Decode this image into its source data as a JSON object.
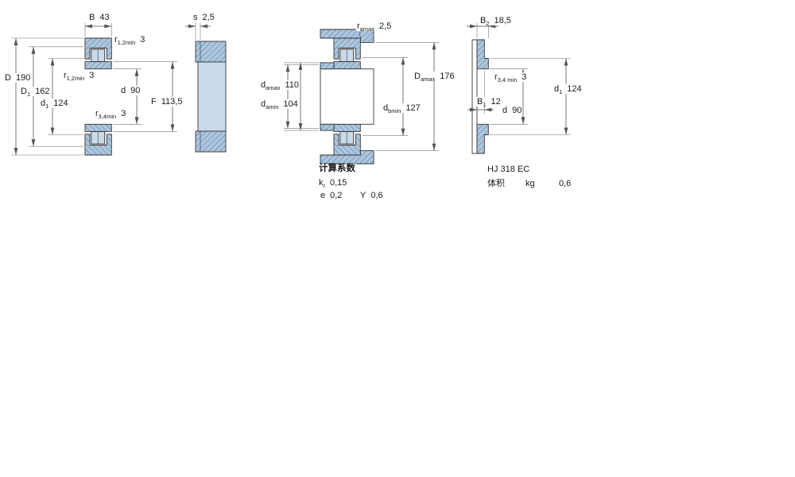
{
  "drawing": {
    "left": {
      "B": {
        "base": "B",
        "sub": "",
        "value": "43"
      },
      "s": {
        "base": "s",
        "sub": "",
        "value": "2,5"
      },
      "r12_top": {
        "base": "r",
        "sub": "1,2min",
        "value": "3"
      },
      "r12_side": {
        "base": "r",
        "sub": "1,2min",
        "value": "3"
      },
      "D": {
        "base": "D",
        "sub": "",
        "value": "190"
      },
      "D1": {
        "base": "D",
        "sub": "1",
        "value": "162"
      },
      "d1": {
        "base": "d",
        "sub": "1",
        "value": "124"
      },
      "d": {
        "base": "d",
        "sub": "",
        "value": "90"
      },
      "r34": {
        "base": "r",
        "sub": "3,4min",
        "value": "3"
      },
      "F": {
        "base": "F",
        "sub": "",
        "value": "113,5"
      }
    },
    "middle": {
      "r_amax": {
        "base": "r",
        "sub": "amax",
        "value": "2,5"
      },
      "d_amax": {
        "base": "d",
        "sub": "amax",
        "value": "110"
      },
      "d_amin": {
        "base": "d",
        "sub": "amin",
        "value": "104"
      },
      "D_amax": {
        "base": "D",
        "sub": "amax",
        "value": "176"
      },
      "d_bmin": {
        "base": "d",
        "sub": "bmin",
        "value": "127"
      }
    },
    "factors": {
      "heading": "计算系数",
      "kr": {
        "base": "k",
        "sub": "r",
        "value": "0,15"
      },
      "e": {
        "base": "e",
        "sub": "",
        "value": "0,2"
      },
      "Y": {
        "base": "Y",
        "sub": "",
        "value": "0,6"
      }
    },
    "right": {
      "B2": {
        "base": "B",
        "sub": "2",
        "value": "18,5"
      },
      "r34": {
        "base": "r",
        "sub": "3,4 min",
        "value": "3"
      },
      "d1": {
        "base": "d",
        "sub": "1",
        "value": "124"
      },
      "B1": {
        "base": "B",
        "sub": "1",
        "value": "12"
      },
      "d": {
        "base": "d",
        "sub": "",
        "value": "90"
      },
      "designation": "HJ 318 EC",
      "mass_label": "体积",
      "mass_unit": "kg",
      "mass_value": "0,6"
    },
    "colors": {
      "part_fill": "#c9dbeb",
      "hatch_fill": "#adc6de",
      "hatch_line": "#4d7499",
      "outline": "#333333",
      "dimension_line": "#555555"
    }
  }
}
